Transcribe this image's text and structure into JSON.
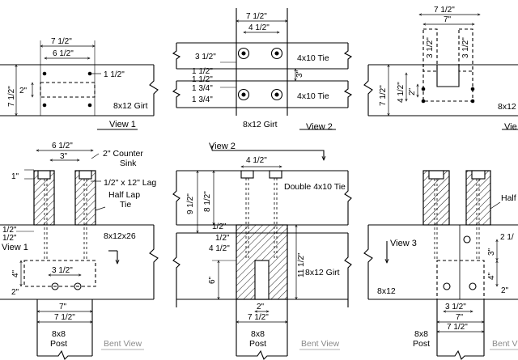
{
  "drawing": {
    "view1": {
      "dims": [
        "7 1/2\"",
        "6 1/2\"",
        "1 1/2\"",
        "2\"",
        "7 1/2\""
      ],
      "girt_label": "8x12 Girt",
      "view_label": "View 1"
    },
    "view2": {
      "dims": [
        "7 1/2\"",
        "4 1/2\"",
        "3 1/2\"",
        "1 1/2\"",
        "1 1/2\"",
        "1 3/4\"",
        "1 3/4\"",
        "3\""
      ],
      "tie_top": "4x10 Tie",
      "tie_bottom": "4x10 Tie",
      "girt_label": "8x12 Girt",
      "view_label": "View 2"
    },
    "view3": {
      "dims": [
        "7 1/2\"",
        "7\"",
        "3 1/2\"",
        "3 1/2\"",
        "7 1/2\"",
        "4 1/2\"",
        "2\""
      ],
      "girt_label": "8x12",
      "view_label": "Vie"
    },
    "bent_left": {
      "dims": [
        "6 1/2\"",
        "3\"",
        "1\"",
        "1/2\"",
        "1/2\"",
        "3 1/2\"",
        "4\"",
        "2\"",
        "7\"",
        "7 1/2\""
      ],
      "countersink": [
        "2\" Counter",
        "Sink"
      ],
      "lag": "1/2\" x 12\" Lag",
      "halflap": [
        "Half Lap",
        "Tie"
      ],
      "girt_label": "8x12x26",
      "view_label": "View 1",
      "post": [
        "8x8",
        "Post"
      ],
      "bent_label": "Bent View"
    },
    "bent_mid": {
      "view_label": "View 2",
      "dims": [
        "4 1/2\"",
        "9 1/2\"",
        "8 1/2\"",
        "1/2\"",
        "1/2\"",
        "4 1/2\"",
        "6\"",
        "11 1/2\"",
        "2\"",
        "7 1/2\""
      ],
      "tie_label": "Double 4x10 Tie",
      "girt_label": "8x12 Girt",
      "post": [
        "8x8",
        "Post"
      ],
      "bent_label": "Bent View"
    },
    "bent_right": {
      "halflap": "Half",
      "dims": [
        "2 1/",
        "3\"",
        "4\"",
        "2\"",
        "3 1/2\"",
        "7\"",
        "7 1/2\""
      ],
      "view_label": "View 3",
      "girt_label": "8x12",
      "post": [
        "8x8",
        "Post"
      ],
      "bent_label": "Bent View"
    }
  }
}
